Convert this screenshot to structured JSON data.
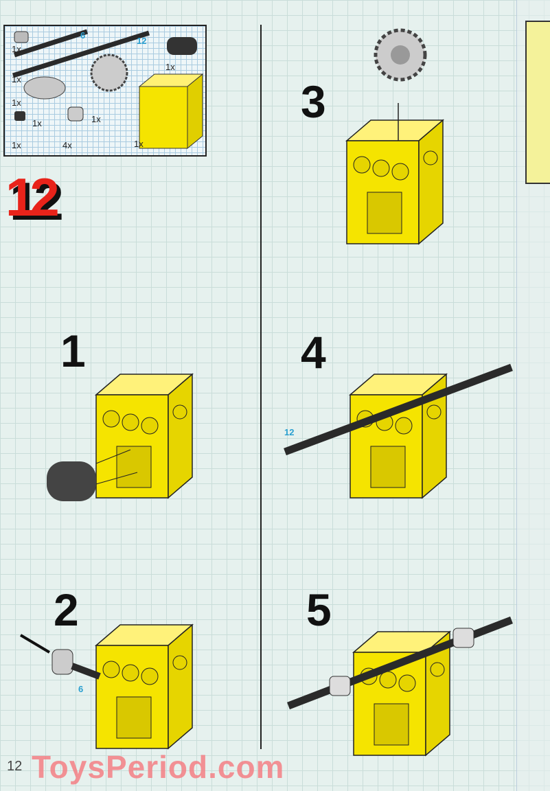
{
  "parts_list": {
    "items": [
      {
        "name": "bush",
        "qty": "1x"
      },
      {
        "name": "axle",
        "length": "6",
        "qty": "1x"
      },
      {
        "name": "axle",
        "length": "12",
        "qty": "1x"
      },
      {
        "name": "worm-gear",
        "qty": "1x"
      },
      {
        "name": "pulley-wheel",
        "qty": "1x"
      },
      {
        "name": "gear-24",
        "qty": "1x"
      },
      {
        "name": "gearbox",
        "qty": "1x"
      },
      {
        "name": "half-bush",
        "qty": "1x"
      },
      {
        "name": "connector-bush",
        "qty": "4x"
      }
    ]
  },
  "build_number": "12",
  "steps": [
    {
      "number": "1"
    },
    {
      "number": "2",
      "axle_label": "6"
    },
    {
      "number": "3"
    },
    {
      "number": "4",
      "axle_label": "12"
    },
    {
      "number": "5"
    }
  ],
  "page_number": "12",
  "watermark": "ToysPeriod.com",
  "colors": {
    "brick_yellow": "#f5e400",
    "axle": "#2a2a2a",
    "label_blue": "#2a9fd0",
    "build_red": "#e8231a"
  }
}
